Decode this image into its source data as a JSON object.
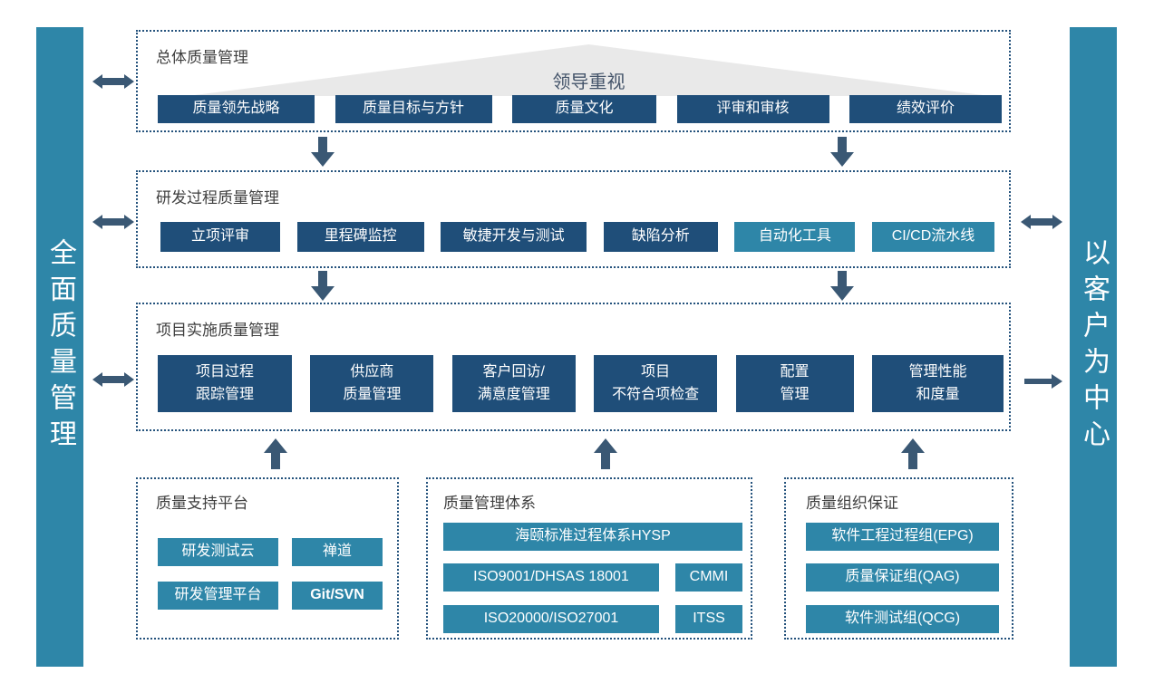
{
  "colors": {
    "teal": "#2E86A8",
    "navy": "#1F4E79",
    "arrow": "#3A5874",
    "box_border": "#24527C",
    "triangle_fill": "#E9E9E9",
    "triangle_text": "#44546A",
    "title_text": "#3F3F3F"
  },
  "left_bar": {
    "label": "全面质量管理"
  },
  "right_bar": {
    "label": "以客户为中心"
  },
  "overall": {
    "title": "总体质量管理",
    "banner": "领导重视",
    "items": [
      "质量领先战略",
      "质量目标与方针",
      "质量文化",
      "评审和审核",
      "绩效评价"
    ]
  },
  "rd": {
    "title": "研发过程质量管理",
    "items": [
      "立项评审",
      "里程碑监控",
      "敏捷开发与测试",
      "缺陷分析",
      "自动化工具",
      "CI/CD流水线"
    ]
  },
  "project": {
    "title": "项目实施质量管理",
    "items": [
      {
        "line1": "项目过程",
        "line2": "跟踪管理"
      },
      {
        "line1": "供应商",
        "line2": "质量管理"
      },
      {
        "line1": "客户回访/",
        "line2": "满意度管理"
      },
      {
        "line1": "项目",
        "line2": "不符合项检查"
      },
      {
        "line1": "配置",
        "line2": "管理"
      },
      {
        "line1": "管理性能",
        "line2": "和度量"
      }
    ]
  },
  "platform": {
    "title": "质量支持平台",
    "items": [
      "研发测试云",
      "禅道",
      "研发管理平台",
      "Git/SVN"
    ]
  },
  "system": {
    "title": "质量管理体系",
    "items": [
      "海颐标准过程体系HYSP",
      "ISO9001/DHSAS 18001",
      "CMMI",
      "ISO20000/ISO27001",
      "ITSS"
    ]
  },
  "org": {
    "title": "质量组织保证",
    "items": [
      "软件工程过程组(EPG)",
      "质量保证组(QAG)",
      "软件测试组(QCG)"
    ]
  }
}
